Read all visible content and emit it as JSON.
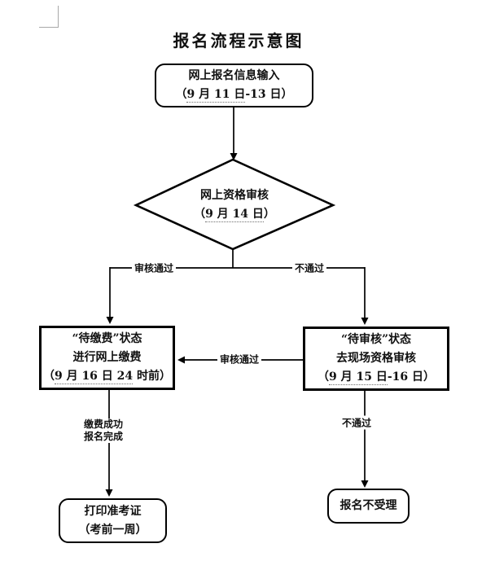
{
  "page": {
    "title": "报名流程示意图"
  },
  "nodes": {
    "start": {
      "shape": "rounded-rect",
      "lines": [
        {
          "pre": "网上报名信息输入",
          "u": "",
          "post": ""
        },
        {
          "pre": "（",
          "u": "9 月 11 日",
          "post": "-13 日）"
        }
      ]
    },
    "decision": {
      "shape": "diamond",
      "lines": [
        {
          "pre": "网上资格审核",
          "u": "",
          "post": ""
        },
        {
          "pre": "（",
          "u": "9 月 14 日",
          "post": "）"
        }
      ]
    },
    "pay": {
      "shape": "rect",
      "lines": [
        {
          "pre": "“待缴费”状态",
          "u": "",
          "post": ""
        },
        {
          "pre": "进行网上缴费",
          "u": "",
          "post": ""
        },
        {
          "pre": "（",
          "u": "9 月 16 日 24",
          "post": " 时前）"
        }
      ]
    },
    "onsite": {
      "shape": "rect",
      "lines": [
        {
          "pre": "“待审核”状态",
          "u": "",
          "post": ""
        },
        {
          "pre": "去现场资格审核",
          "u": "",
          "post": ""
        },
        {
          "pre": "（",
          "u": "9 月 15 日",
          "post": "-16 日）"
        }
      ]
    },
    "print": {
      "shape": "rounded-rect",
      "lines": [
        {
          "pre": "打印准考证",
          "u": "",
          "post": ""
        },
        {
          "pre": "（考前一周）",
          "u": "",
          "post": ""
        }
      ]
    },
    "reject": {
      "shape": "rounded-rect",
      "lines": [
        {
          "pre": "报名不受理",
          "u": "",
          "post": ""
        }
      ]
    }
  },
  "edge_labels": {
    "pass_left": "审核通过",
    "fail_right": "不通过",
    "pass_mid": "审核通过",
    "pay_done_line1": "缴费成功",
    "pay_done_line2": "报名完成",
    "fail_down": "不通过"
  },
  "colors": {
    "line": "#000000",
    "underline_dots": "#6f6f6f",
    "corner_mark": "#a8a8a8",
    "background": "#ffffff"
  }
}
